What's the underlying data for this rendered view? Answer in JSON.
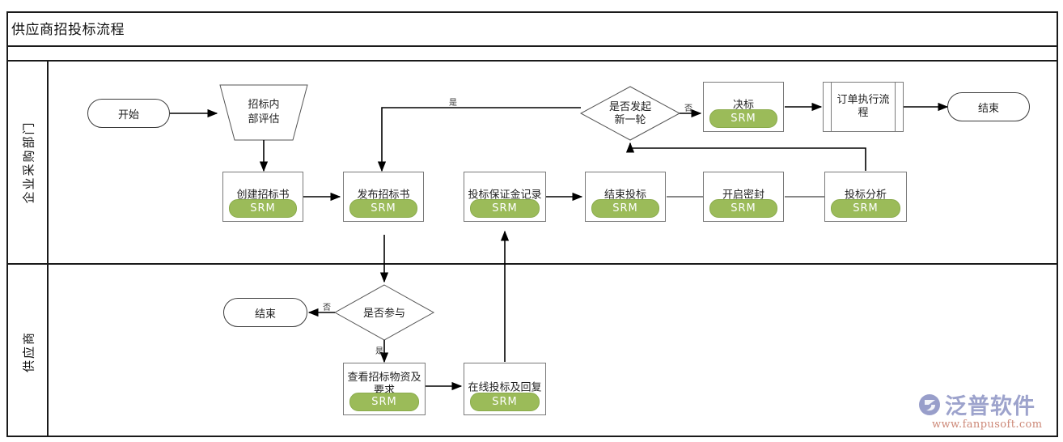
{
  "header": {
    "title": "供应商招投标流程"
  },
  "lanes": [
    {
      "id": "purchasing",
      "label": "企业采购部门"
    },
    {
      "id": "supplier",
      "label": "供应商"
    }
  ],
  "nodes": {
    "start": {
      "label": "开始",
      "type": "terminator"
    },
    "internal_eval": {
      "label_line1": "招标内",
      "label_line2": "部评估",
      "type": "trapezoid"
    },
    "create_doc": {
      "label": "创建招标书",
      "badge": "SRM",
      "type": "process"
    },
    "publish_doc": {
      "label": "发布招标书",
      "badge": "SRM",
      "type": "process"
    },
    "bid_deposit": {
      "label": "投标保证金记录",
      "badge": "SRM",
      "type": "process"
    },
    "end_bidding": {
      "label": "结束投标",
      "badge": "SRM",
      "type": "process"
    },
    "open_seal": {
      "label": "开启密封",
      "badge": "SRM",
      "type": "process"
    },
    "bid_analysis": {
      "label": "投标分析",
      "badge": "SRM",
      "type": "process"
    },
    "new_round_decision": {
      "label_line1": "是否发起",
      "label_line2": "新一轮",
      "type": "decision"
    },
    "award": {
      "label": "决标",
      "badge": "SRM",
      "type": "process"
    },
    "order_exec": {
      "label_line1": "订单执行流",
      "label_line2": "程",
      "type": "predefined-process"
    },
    "end_top": {
      "label": "结束",
      "type": "terminator"
    },
    "participate_decision": {
      "label": "是否参与",
      "type": "decision"
    },
    "end_bottom": {
      "label": "结束",
      "type": "terminator"
    },
    "view_materials": {
      "label_line1": "查看招标物资及",
      "label_line2": "要求",
      "badge": "SRM",
      "type": "process"
    },
    "online_bid": {
      "label": "在线投标及回复",
      "badge": "SRM",
      "type": "process"
    }
  },
  "edge_labels": {
    "yes_new_round": "是",
    "no_new_round": "否",
    "no_participate": "否",
    "yes_participate": "是"
  },
  "colors": {
    "badge_green": "#9bbb59",
    "badge_text": "#ffffff",
    "border": "#1a1a1a",
    "shape_border": "#7a7a7a",
    "watermark_brand": "#8d93c4",
    "watermark_url": "#c77b68"
  },
  "watermark": {
    "brand": "泛普软件",
    "url": "www.fanpusoft.com"
  }
}
